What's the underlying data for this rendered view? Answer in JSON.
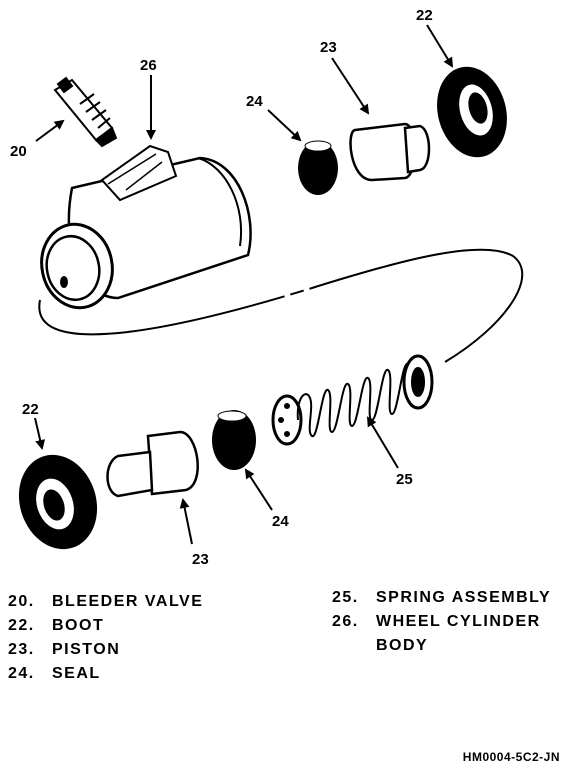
{
  "callouts": {
    "c20": "20",
    "c26": "26",
    "c24_top": "24",
    "c23_top": "23",
    "c22_top": "22",
    "c22_bottom": "22",
    "c23_bottom": "23",
    "c24_bottom": "24",
    "c25": "25"
  },
  "legend_left": [
    {
      "num": "20.",
      "text": "BLEEDER VALVE"
    },
    {
      "num": "22.",
      "text": "BOOT"
    },
    {
      "num": "23.",
      "text": "PISTON"
    },
    {
      "num": "24.",
      "text": "SEAL"
    }
  ],
  "legend_right": [
    {
      "num": "25.",
      "text": "SPRING ASSEMBLY"
    },
    {
      "num": "26.",
      "text": "WHEEL CYLINDER"
    },
    {
      "num": "",
      "text": "BODY"
    }
  ],
  "figure_code": "HM0004-5C2-JN"
}
